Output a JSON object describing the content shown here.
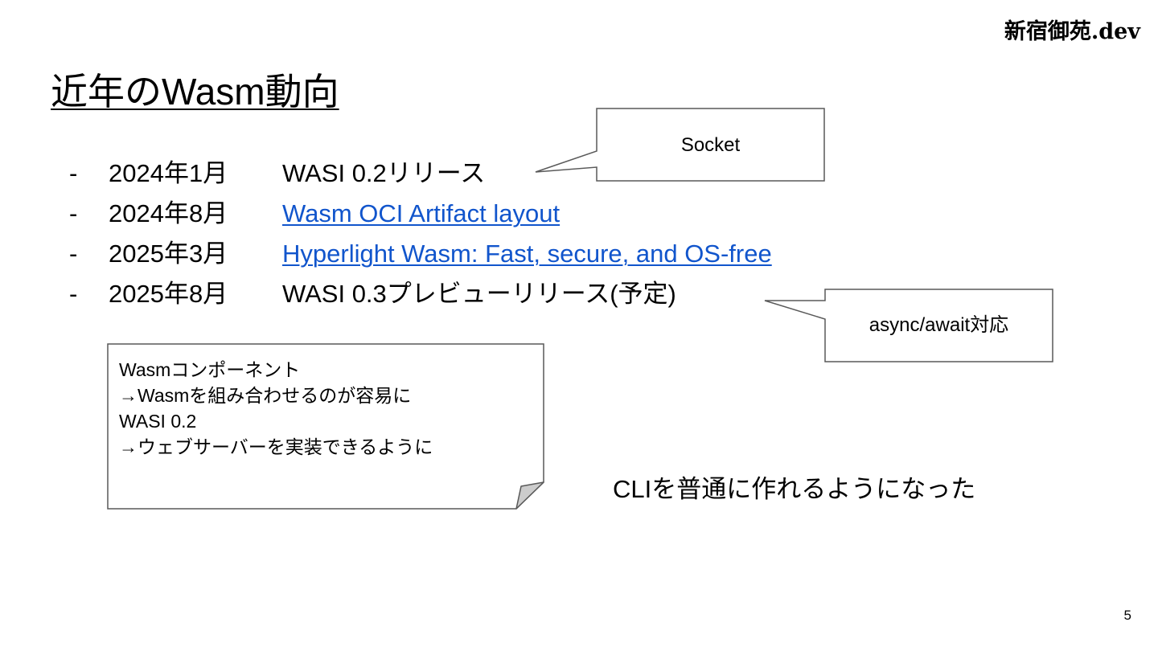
{
  "brand": "新宿御苑.dev",
  "title": "近年のWasm動向",
  "timeline": [
    {
      "bullet": "-",
      "date": "2024年1月",
      "event": "WASI 0.2リリース",
      "is_link": false
    },
    {
      "bullet": "-",
      "date": "2024年8月",
      "event": "Wasm OCI Artifact layout",
      "is_link": true
    },
    {
      "bullet": "-",
      "date": "2025年3月",
      "event": "Hyperlight Wasm: Fast, secure, and OS-free",
      "is_link": true
    },
    {
      "bullet": "-",
      "date": "2025年8月",
      "event": "WASI 0.3プレビューリリース(予定)",
      "is_link": false
    }
  ],
  "callouts": {
    "socket": "Socket",
    "async": "async/await対応"
  },
  "note": [
    "Wasmコンポーネント",
    "→Wasmを組み合わせるのが容易に",
    "WASI 0.2",
    "→ウェブサーバーを実装できるように"
  ],
  "summary": "CLIを普通に作れるようになった",
  "page_number": "5",
  "colors": {
    "link": "#1155cc",
    "shape_border": "#595959",
    "note_fold": "#cccccc"
  }
}
